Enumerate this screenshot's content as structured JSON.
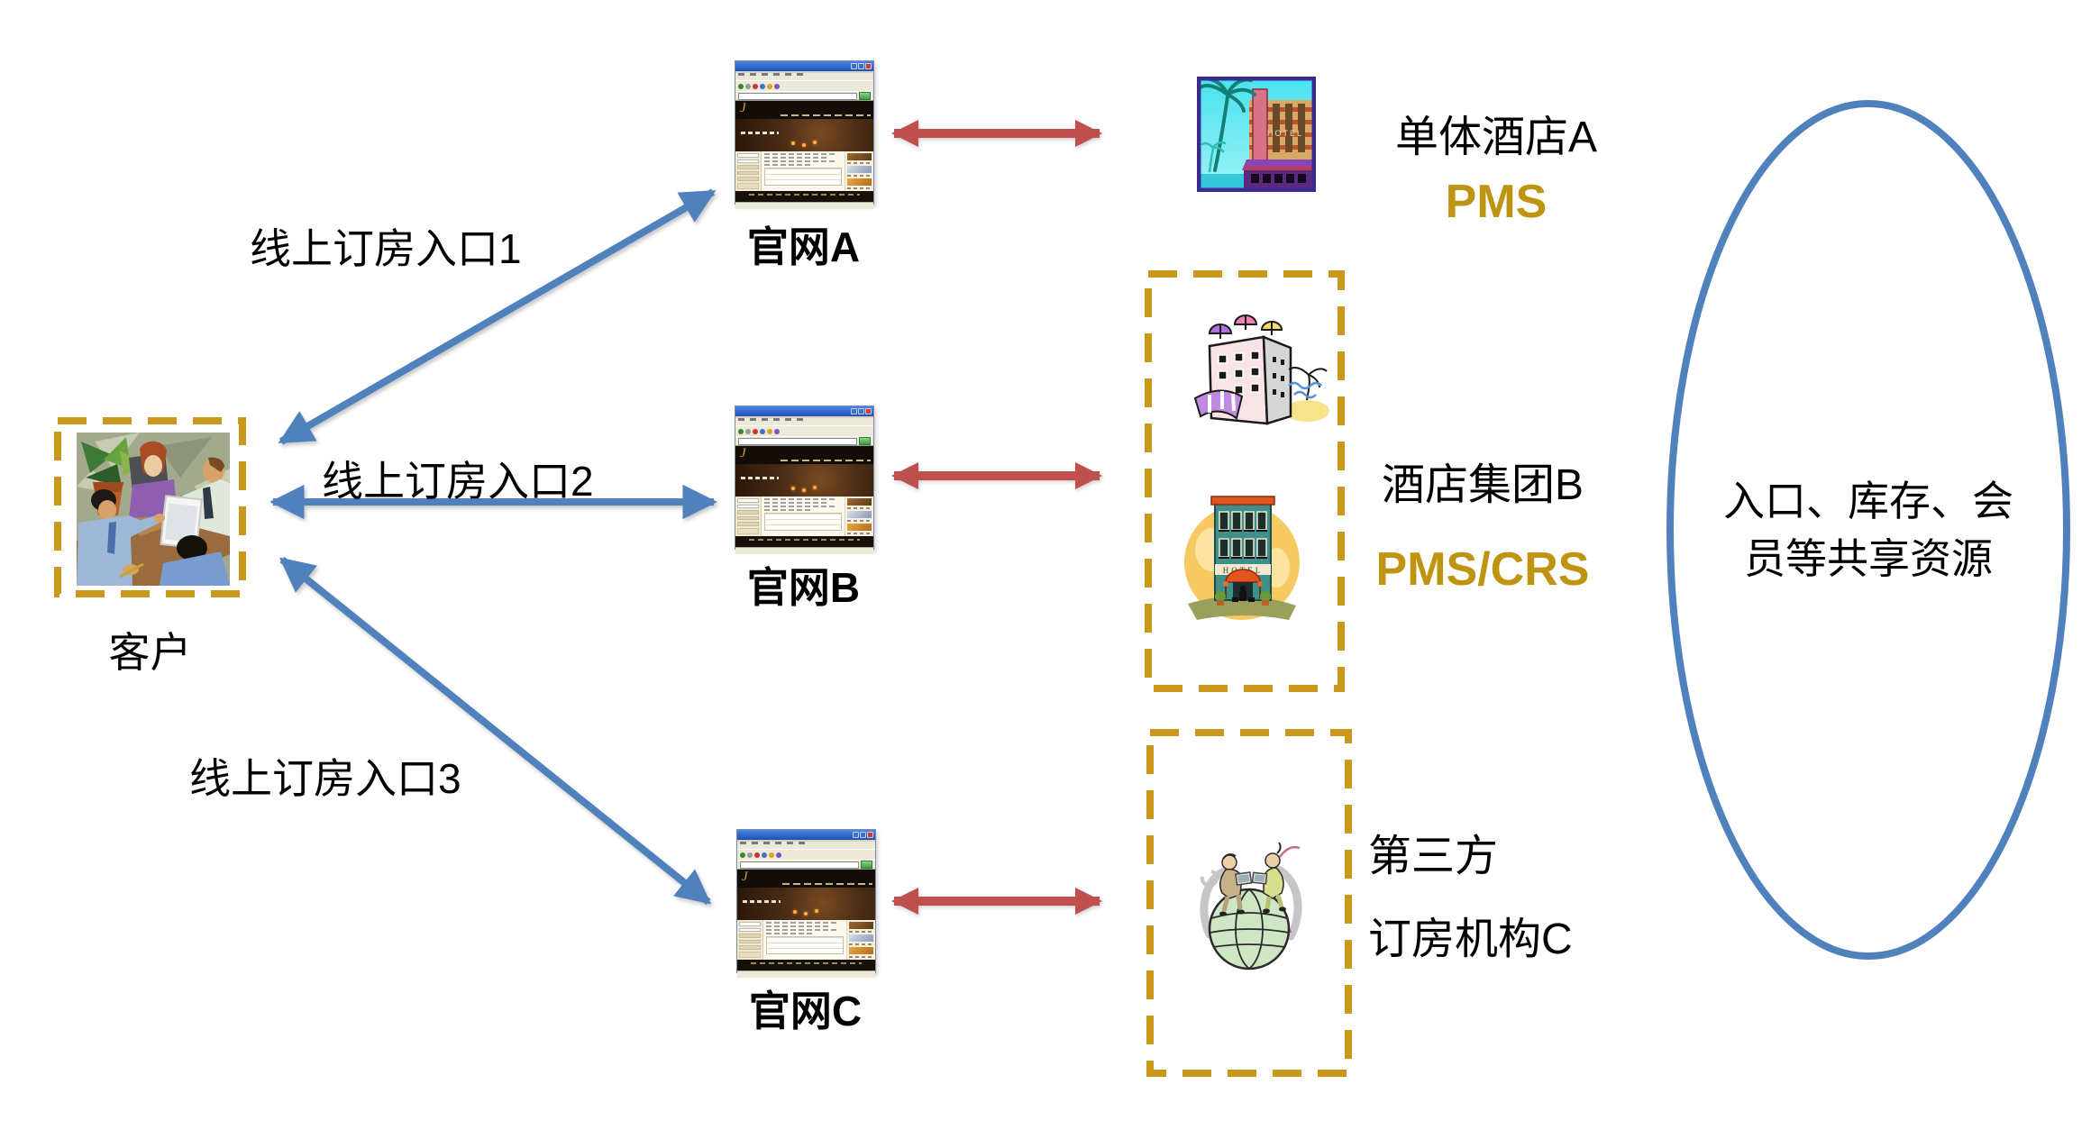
{
  "colors": {
    "arrow_blue": "#4f81bd",
    "arrow_red": "#c0504d",
    "dashed_gold_border": "#c9981b",
    "system_text_gold": "#bf9413",
    "text_black": "#000000"
  },
  "customer": {
    "label": "客户"
  },
  "entrances": [
    {
      "label": "线上订房入口1"
    },
    {
      "label": "线上订房入口2"
    },
    {
      "label": "线上订房入口3"
    }
  ],
  "sites": [
    {
      "label": "官网A"
    },
    {
      "label": "官网B"
    },
    {
      "label": "官网C"
    }
  ],
  "providers": [
    {
      "name": "单体酒店A",
      "system": "PMS"
    },
    {
      "name": "酒店集团B",
      "system": "PMS/CRS"
    },
    {
      "name_line1": "第三方",
      "name_line2": "订房机构C"
    }
  ],
  "shared_resources": {
    "line1": "入口、库存、会",
    "line2": "员等共享资源"
  },
  "icons": {
    "customer": "customer-meeting-clipart",
    "sites": "browser-window-screenshot",
    "hotel_a": "hotel-building-palms-clipart",
    "group_b_top": "city-building-umbrellas-clipart",
    "group_b_bottom": "hotel-storefront-clipart",
    "agency_c": "globe-people-laptops-clipart"
  }
}
